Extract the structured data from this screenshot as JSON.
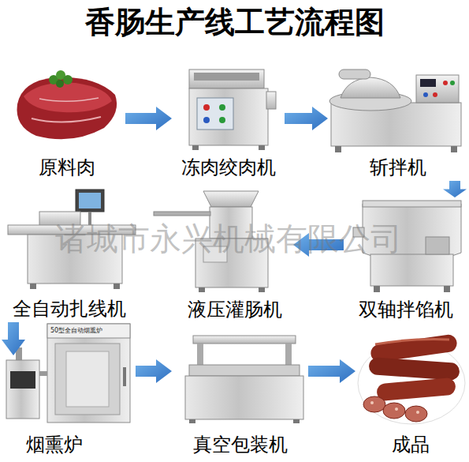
{
  "diagram": {
    "title": "香肠生产线工艺流程图",
    "nodes": [
      {
        "text": [
          "原料肉"
        ]
      },
      {
        "text": [
          "冻肉绞肉机"
        ]
      },
      {
        "text": [
          "斩拌机"
        ]
      },
      {
        "text": [
          "双轴拌馅机"
        ]
      },
      {
        "text": [
          "液压灌肠机"
        ]
      },
      {
        "text": [
          "全自动扎线机"
        ]
      },
      {
        "text": [
          "烟熏炉"
        ]
      },
      {
        "text": [
          "真空包装机"
        ]
      },
      {
        "text": [
          "成品"
        ]
      }
    ],
    "edges": [
      {
        "from": 0,
        "to": 1,
        "arrow": "to"
      },
      {
        "from": 1,
        "to": 2,
        "arrow": "to"
      },
      {
        "from": 2,
        "to": 3,
        "arrow": "to"
      },
      {
        "from": 3,
        "to": 4,
        "arrow": "to"
      },
      {
        "from": 5,
        "to": 6,
        "arrow": "to"
      },
      {
        "from": 6,
        "to": 7,
        "arrow": "to"
      },
      {
        "from": 7,
        "to": 8,
        "arrow": "to"
      }
    ],
    "labels": [
      "诸城市永兴机械有限公司",
      "50型全自动烟熏炉"
    ]
  }
}
